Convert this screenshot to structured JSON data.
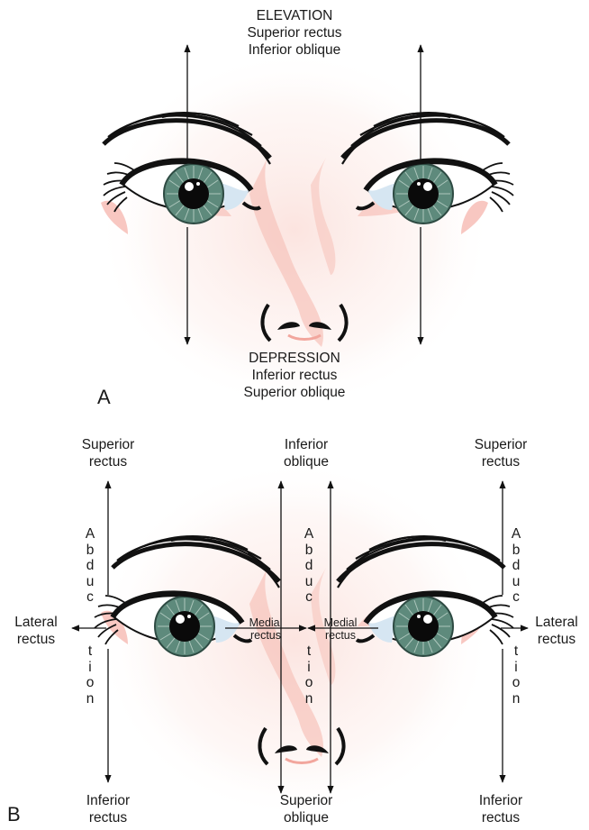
{
  "panel_a": {
    "letter": "A",
    "elevation": {
      "title": "ELEVATION",
      "muscle_1": "Superior rectus",
      "muscle_2": "Inferior oblique"
    },
    "depression": {
      "title": "DEPRESSION",
      "muscle_1": "Inferior rectus",
      "muscle_2": "Superior oblique"
    }
  },
  "panel_b": {
    "letter": "B",
    "top_left": {
      "line_1": "Superior",
      "line_2": "rectus"
    },
    "top_center": {
      "line_1": "Inferior",
      "line_2": "oblique"
    },
    "top_right": {
      "line_1": "Superior",
      "line_2": "rectus"
    },
    "bottom_left": {
      "line_1": "Inferior",
      "line_2": "rectus"
    },
    "bottom_center": {
      "line_1": "Superior",
      "line_2": "oblique"
    },
    "bottom_right": {
      "line_1": "Inferior",
      "line_2": "rectus"
    },
    "lateral_left": {
      "line_1": "Lateral",
      "line_2": "rectus"
    },
    "lateral_right": {
      "line_1": "Lateral",
      "line_2": "rectus"
    },
    "medial_left": {
      "line_1": "Medial",
      "line_2": "rectus"
    },
    "medial_right": {
      "line_1": "Medial",
      "line_2": "rectus"
    },
    "abduc": "A\nb\nd\nu\nc",
    "tion": "t\ni\no\nn"
  },
  "colors": {
    "skin": "#f6b9b1",
    "iris": "#5e8a7c",
    "ink": "#111111"
  }
}
